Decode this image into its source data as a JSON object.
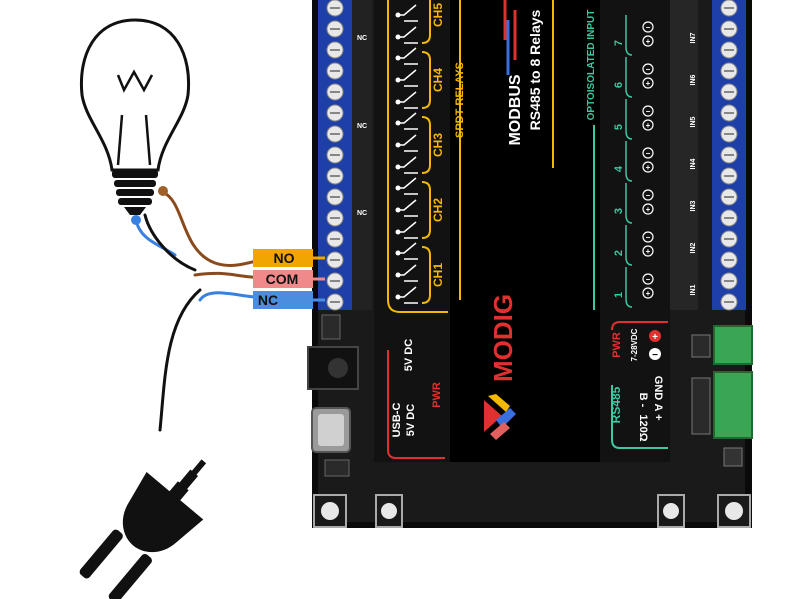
{
  "relay_labels": {
    "no": "NO",
    "com": "COM",
    "nc": "NC"
  },
  "channels": [
    "CH1",
    "CH2",
    "CH3",
    "CH4",
    "CH5"
  ],
  "spdt_label": "SPDT RELAYS",
  "brand": {
    "product_line1": "MODBUS",
    "product_line2": "RS485 to 8 Relays",
    "logo_text": "MODIG"
  },
  "opto_label": "OPTOISOLATED INPUT",
  "input_numbers": [
    "1",
    "2",
    "3",
    "4",
    "5",
    "6",
    "7"
  ],
  "power_usb": {
    "line1": "USB-C",
    "line2": "5V DC",
    "line3": "5V DC",
    "title": "PWR"
  },
  "power_main": {
    "title": "PWR",
    "voltage": "7-28VDC",
    "gnd": "GND"
  },
  "rs485": {
    "title": "RS485",
    "b_minus": "B -",
    "a_plus": "A +",
    "termination": "120Ω"
  },
  "terminal_pins": {
    "nc": "NC",
    "right_labels": [
      "IN1",
      "IN2",
      "IN3",
      "IN4",
      "IN5",
      "IN6",
      "IN7"
    ]
  },
  "colors": {
    "no": "#f0a500",
    "com": "#f08a8a",
    "nc": "#4b8ee0",
    "board": "#000000",
    "panel": "#1c1c1c",
    "relay_accent": "#f5b800",
    "opto_accent": "#3cc8a0",
    "pwr_accent": "#e03030",
    "terminal": "#2a4fc0",
    "green_terminal": "#3aa653"
  }
}
